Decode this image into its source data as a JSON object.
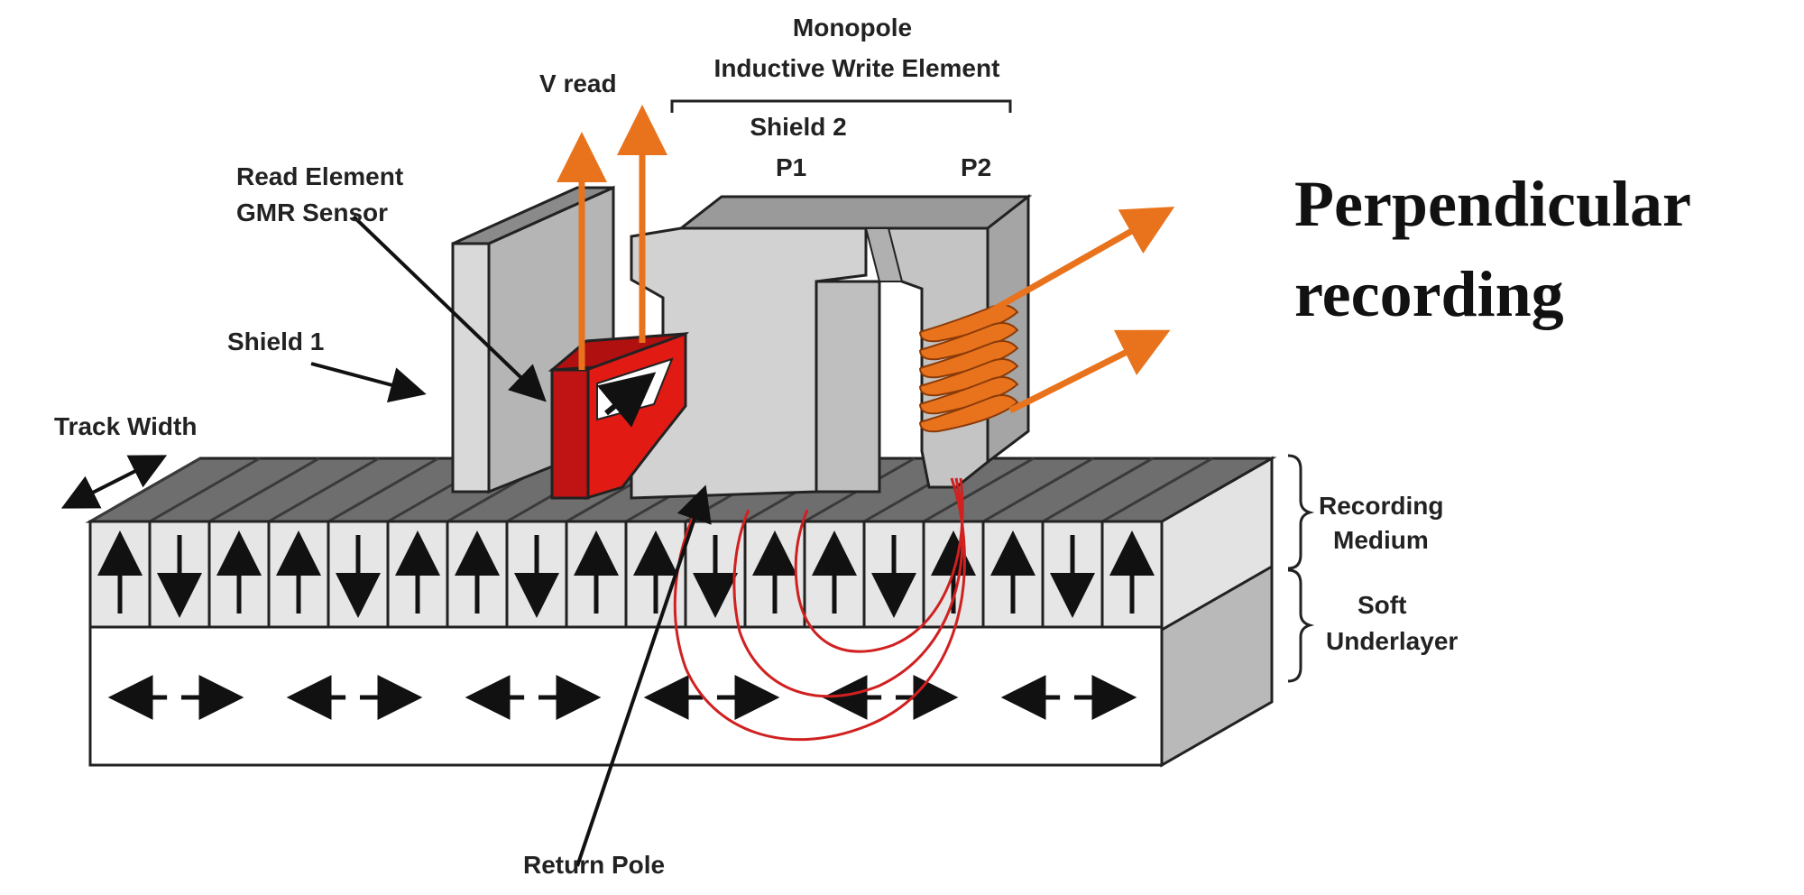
{
  "title_lines": [
    "Perpendicular",
    "recording"
  ],
  "labels": {
    "monopole": "Monopole",
    "inductive_write": "Inductive Write Element",
    "v_read": "V read",
    "shield2": "Shield 2",
    "p1": "P1",
    "p2": "P2",
    "read_element": "Read Element",
    "gmr_sensor": "GMR Sensor",
    "shield1": "Shield 1",
    "track_width": "Track Width",
    "recording": "Recording",
    "medium": "Medium",
    "soft": "Soft",
    "underlayer": "Underlayer",
    "return_pole": "Return Pole"
  },
  "medium_bits": [
    "up",
    "down",
    "up",
    "up",
    "down",
    "up",
    "up",
    "down",
    "up",
    "up",
    "down",
    "up",
    "up",
    "down",
    "up",
    "up",
    "down",
    "up"
  ],
  "underlayer_pairs": 6,
  "colors": {
    "sensor_red": "#e11a14",
    "wire_orange": "#e8731c",
    "flux_red": "#d02020",
    "block_gray": "#cfcfcf",
    "track_dark": "#6e6e6e"
  }
}
